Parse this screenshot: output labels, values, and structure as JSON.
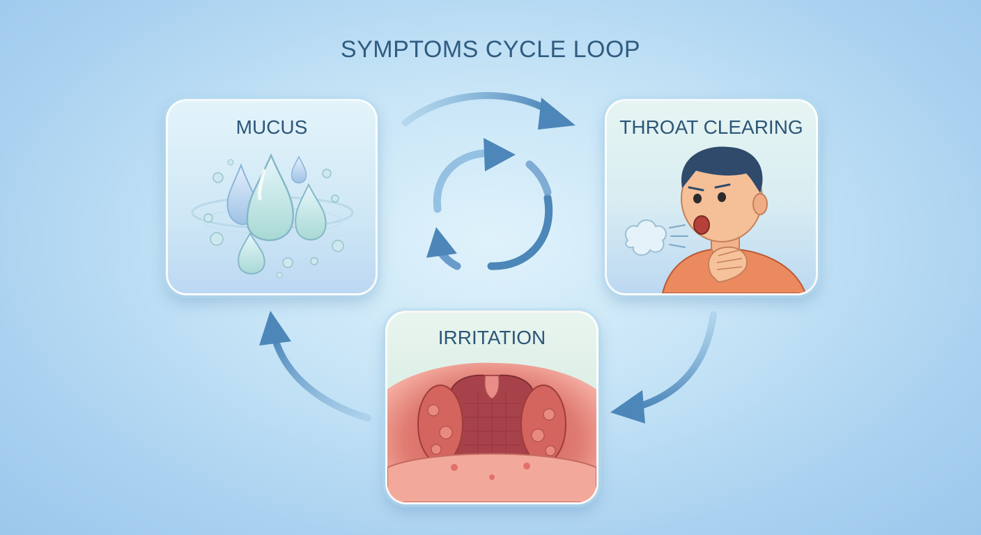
{
  "title": "SYMPTOMS CYCLE LOOP",
  "nodes": [
    {
      "id": "mucus",
      "label": "MUCUS",
      "icon": "mucus-droplets-icon"
    },
    {
      "id": "throat_clearing",
      "label": "THROAT CLEARING",
      "icon": "coughing-person-icon"
    },
    {
      "id": "irritation",
      "label": "IRRITATION",
      "icon": "inflamed-throat-icon"
    }
  ],
  "edges": [
    {
      "from": "mucus",
      "to": "throat_clearing"
    },
    {
      "from": "throat_clearing",
      "to": "irritation"
    },
    {
      "from": "irritation",
      "to": "mucus"
    }
  ],
  "center_icon": "cycle-arrows-icon",
  "colors": {
    "arrow": "#4d86b8",
    "title": "#2f5c80",
    "label": "#2c5678"
  }
}
